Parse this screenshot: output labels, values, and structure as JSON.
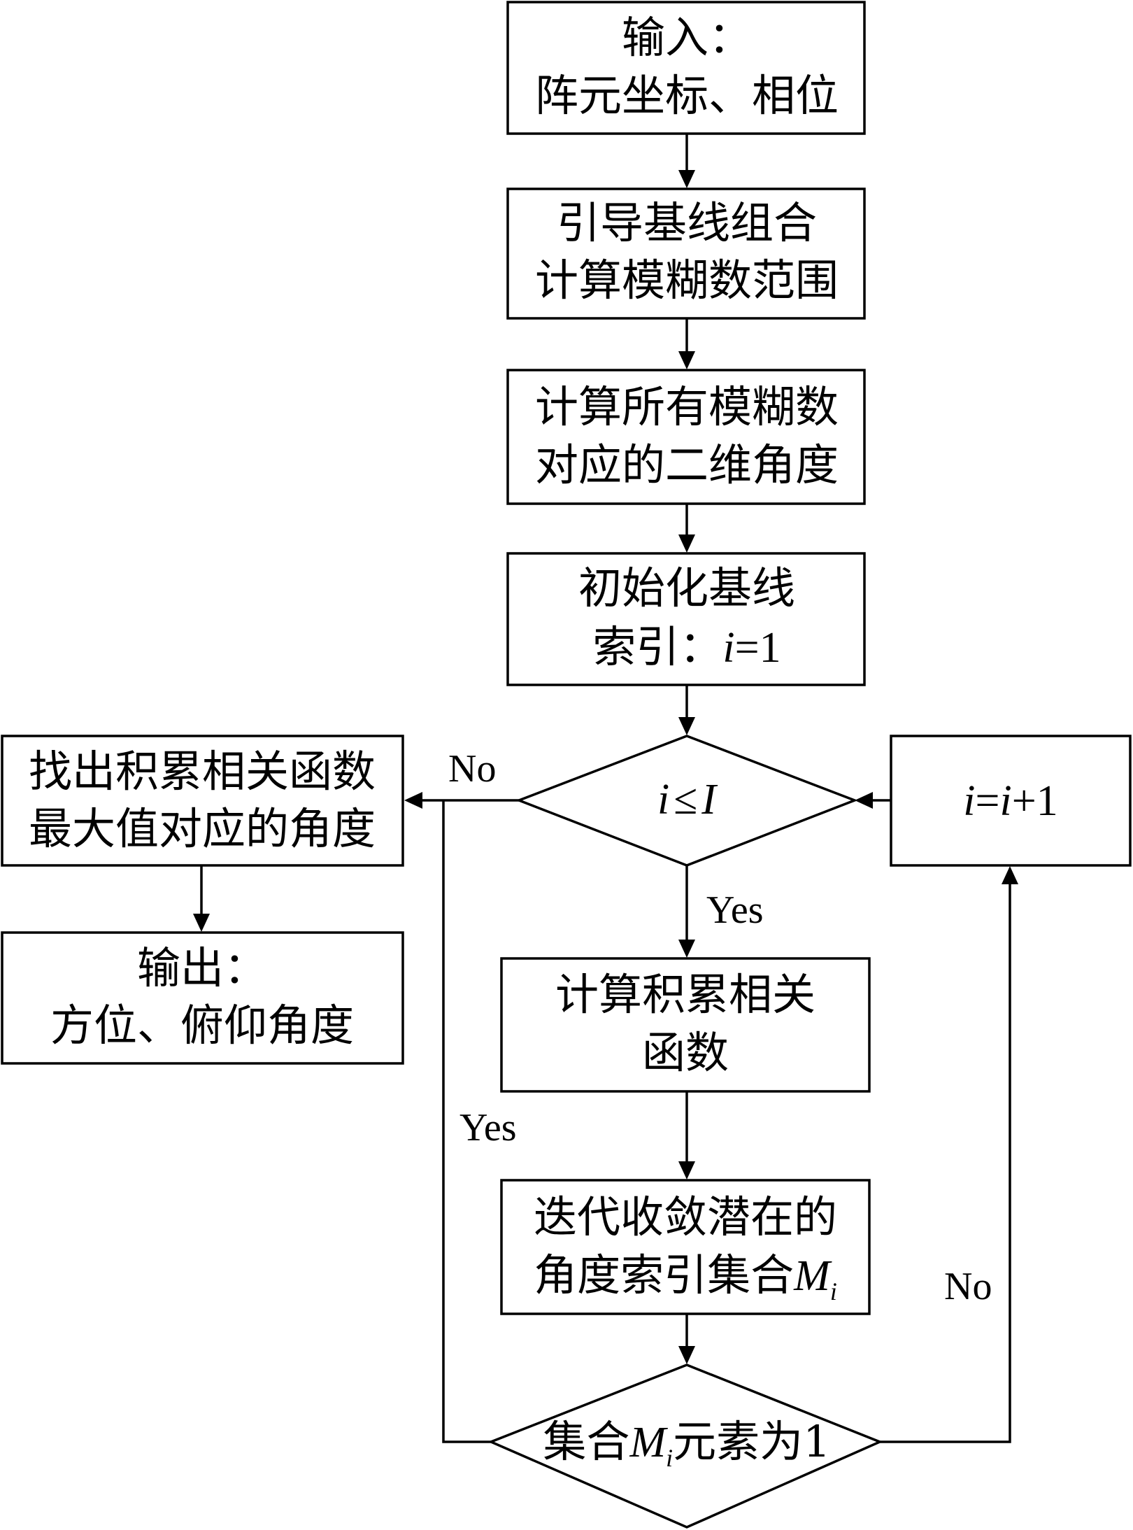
{
  "nodes": {
    "input": {
      "line1": "输入：",
      "line2": "阵元坐标、相位"
    },
    "baseline_combo": {
      "line1": "引导基线组合",
      "line2": "计算模糊数范围"
    },
    "compute_angles": {
      "line1": "计算所有模糊数",
      "line2": "对应的二维角度"
    },
    "init_index": {
      "line1": "初始化基线",
      "line2_prefix": "索引：",
      "var": "i",
      "eq": "=1"
    },
    "condition_i": {
      "var_i": "i",
      "op": "≤",
      "var_I": "I"
    },
    "increment": {
      "var_a": "i",
      "eq": "=",
      "var_b": "i",
      "plus": "+1"
    },
    "find_max": {
      "line1": "找出积累相关函数",
      "line2": "最大值对应的角度"
    },
    "output": {
      "line1": "输出：",
      "line2": "方位、俯仰角度"
    },
    "compute_corr": {
      "line1": "计算积累相关",
      "line2": "函数"
    },
    "iterate": {
      "line1": "迭代收敛潜在的",
      "line2_prefix": "角度索引集合",
      "var": "M",
      "sub": "i"
    },
    "condition_set": {
      "prefix": "集合",
      "var": "M",
      "sub": "i",
      "suffix": "元素为1"
    }
  },
  "edge_labels": {
    "no_left": "No",
    "yes_down": "Yes",
    "yes_left": "Yes",
    "no_right": "No"
  }
}
